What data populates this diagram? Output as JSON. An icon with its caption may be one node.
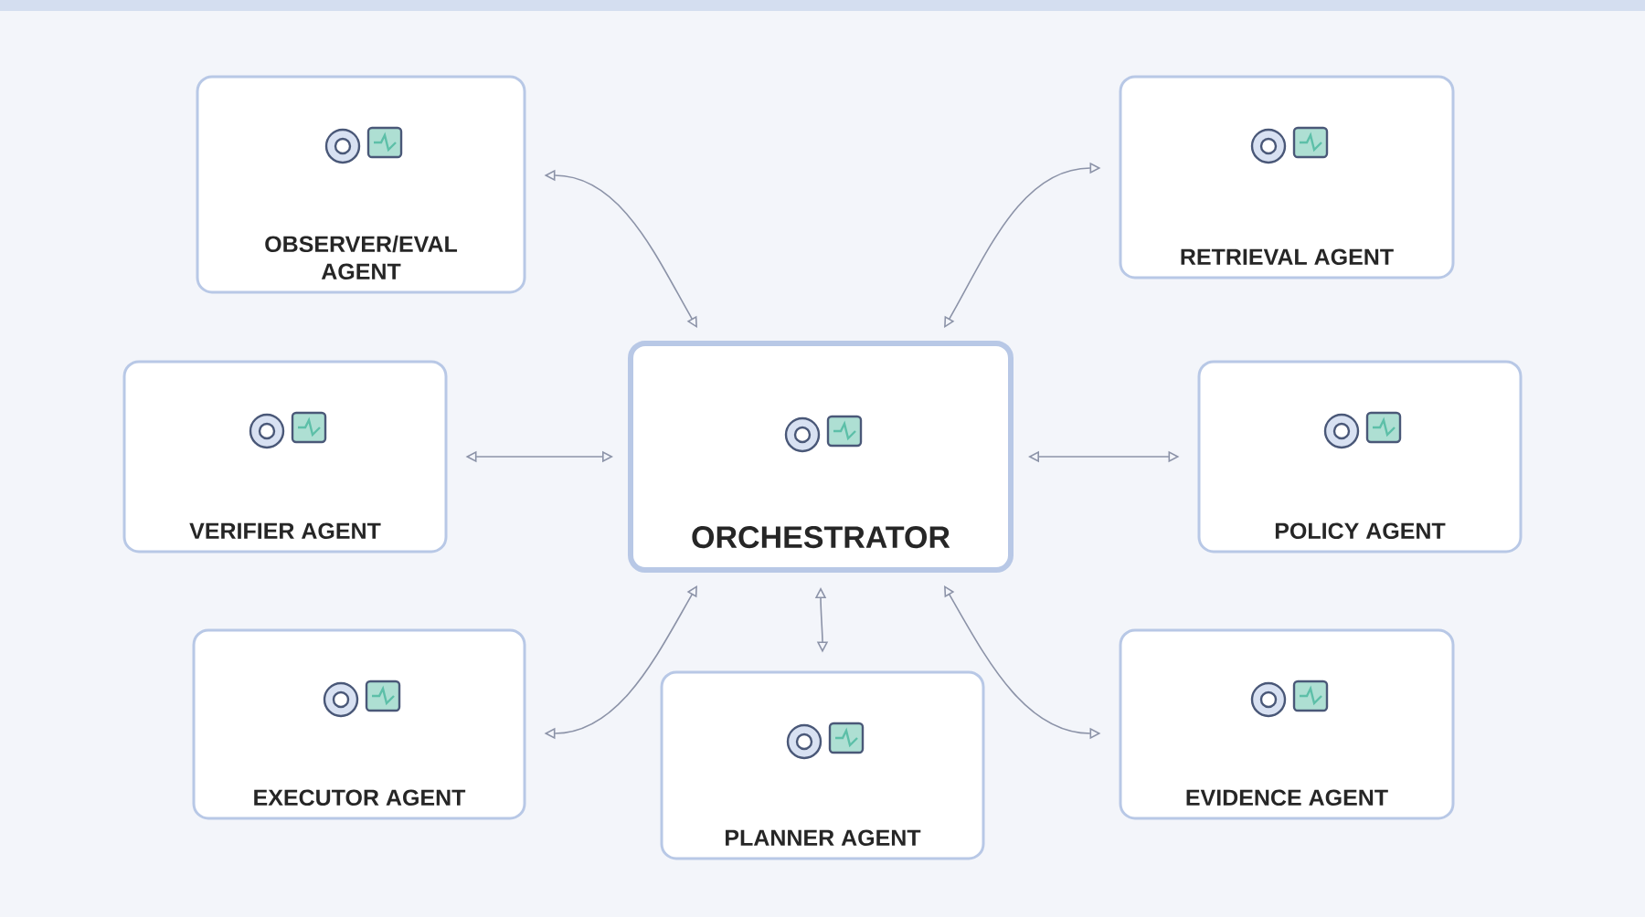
{
  "diagram": {
    "nodes": [
      {
        "text": [
          "OBSERVER/EVAL AGENT"
        ]
      },
      {
        "text": [
          "RETRIEVAL AGENT"
        ]
      },
      {
        "text": [
          "VERIFIER AGENT"
        ]
      },
      {
        "text": [
          "ORCHESTRATOR"
        ]
      },
      {
        "text": [
          "POLICY AGENT"
        ]
      },
      {
        "text": [
          "EXECUTOR AGENT"
        ]
      },
      {
        "text": [
          "PLANNER AGENT"
        ]
      },
      {
        "text": [
          "EVIDENCE AGENT"
        ]
      }
    ],
    "edges": [
      {
        "from": 3,
        "to": 0,
        "arrow": "both"
      },
      {
        "from": 3,
        "to": 1,
        "arrow": "both"
      },
      {
        "from": 3,
        "to": 2,
        "arrow": "both"
      },
      {
        "from": 3,
        "to": 4,
        "arrow": "both"
      },
      {
        "from": 3,
        "to": 5,
        "arrow": "both"
      },
      {
        "from": 3,
        "to": 6,
        "arrow": "both"
      },
      {
        "from": 3,
        "to": 7,
        "arrow": "both"
      }
    ]
  }
}
